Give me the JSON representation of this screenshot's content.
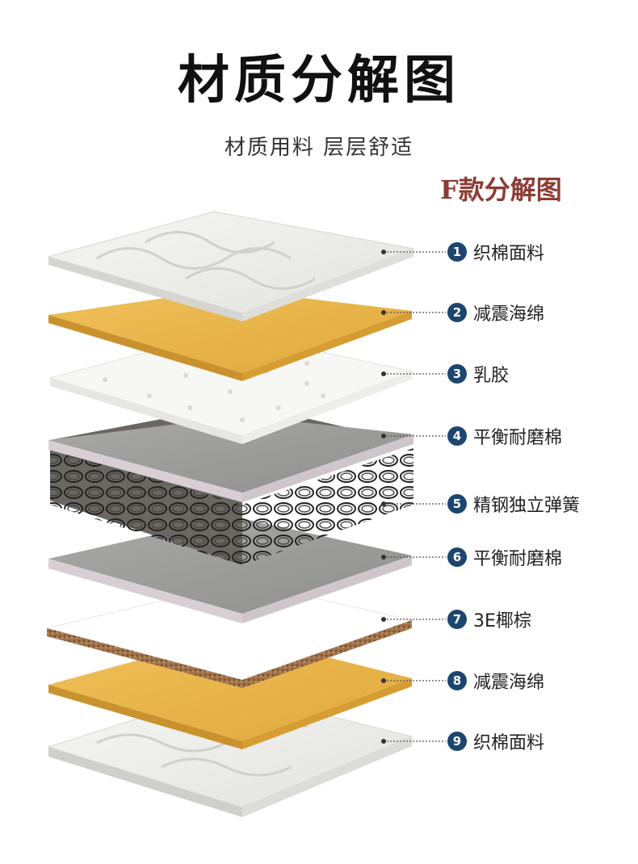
{
  "title": "材质分解图",
  "subtitle": "材质用料  层层舒适",
  "variant": "F款分解图",
  "colors": {
    "badge": "#1c4670",
    "variant_text": "#8a3d34",
    "sponge": "#e8b44c",
    "fabric": "#f1f1ef",
    "wear_felt": "#9e9e9c",
    "latex": "#f6f6f4",
    "coir": "#ffffff"
  },
  "layers": [
    {
      "num": "1",
      "label": "织棉面料"
    },
    {
      "num": "2",
      "label": "减震海绵"
    },
    {
      "num": "3",
      "label": "乳胶"
    },
    {
      "num": "4",
      "label": "平衡耐磨棉"
    },
    {
      "num": "5",
      "label": "精钢独立弹簧"
    },
    {
      "num": "6",
      "label": "平衡耐磨棉"
    },
    {
      "num": "7",
      "label": "3E椰棕"
    },
    {
      "num": "8",
      "label": "减震海绵"
    },
    {
      "num": "9",
      "label": "织棉面料"
    }
  ]
}
